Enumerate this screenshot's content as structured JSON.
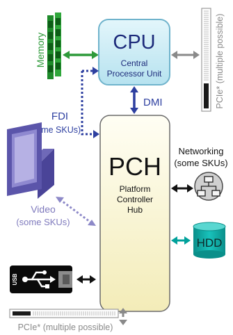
{
  "cpu": {
    "title": "CPU",
    "line1": "Central",
    "line2": "Processor Unit"
  },
  "pch": {
    "title": "PCH",
    "line1": "Platform",
    "line2": "Controller",
    "line3": "Hub"
  },
  "links": {
    "dmi": "DMI",
    "fdi": "FDI",
    "fdi_note": "(some SKUs)"
  },
  "memory": {
    "label": "Memory"
  },
  "video": {
    "label": "Video",
    "note": "(some SKUs)"
  },
  "networking": {
    "label": "Networking",
    "note": "(some SKUs)"
  },
  "hdd": {
    "label": "HDD"
  },
  "usb": {
    "label": "USB"
  },
  "pcie_right": {
    "label": "PCIe* (multiple possible)"
  },
  "pcie_bottom": {
    "label": "PCIe* (multiple possible)"
  },
  "colors": {
    "cpu_fill": "#c9ecf4",
    "cpu_stroke": "#7fbfd6",
    "pch_fill": "#fbf6d6",
    "accent_blue": "#2d3fa0",
    "memory_green": "#2e9a3a",
    "hdd_teal": "#00a19b",
    "video_purple": "#5a55a8",
    "gray": "#8a8a8a"
  }
}
